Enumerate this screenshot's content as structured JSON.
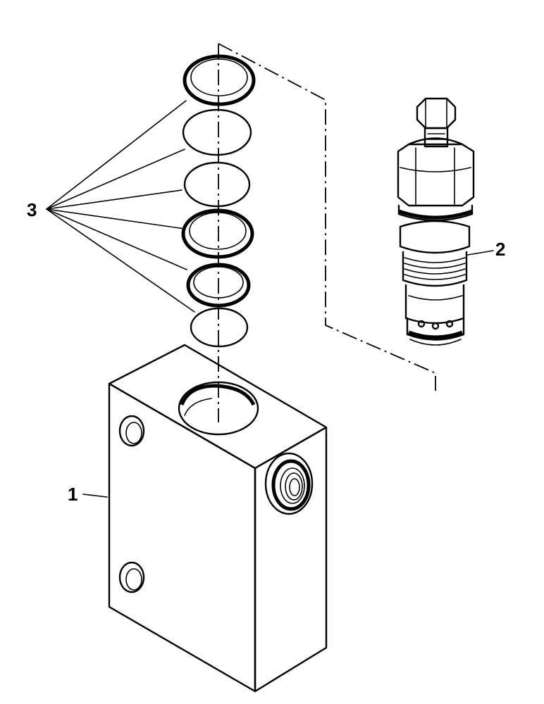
{
  "callouts": {
    "item_1": "1",
    "item_2": "2",
    "item_3": "3"
  },
  "parts": {
    "valve_body": "valve-body-icon",
    "cartridge_valve": "cartridge-valve-icon",
    "seal_rings": "seal-ring-icon"
  },
  "line_color": "#000000",
  "background_color": "#ffffff"
}
